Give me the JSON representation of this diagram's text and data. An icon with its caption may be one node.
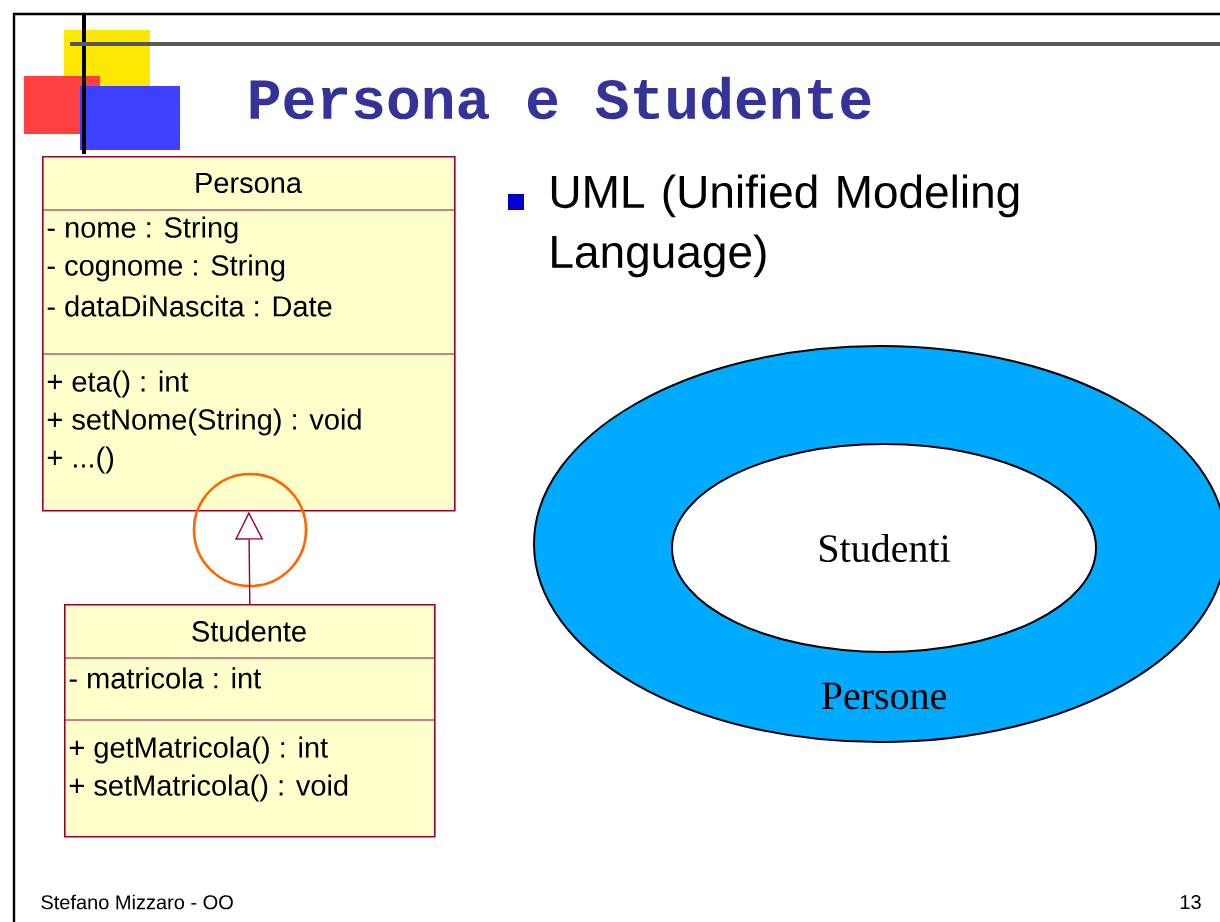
{
  "diagram": {
    "title": "Persona e Studente",
    "nodes": [
      {
        "text": [
          "Persona",
          "- nome : String",
          "- cognome : String",
          "- dataDiNascita : Date",
          "+ eta() : int",
          "+ setNome(String) : void",
          "+ ...()"
        ]
      },
      {
        "text": [
          "Studente",
          "- matricola : int",
          "+ getMatricola() : int",
          "+ setMatricola() : void"
        ]
      },
      {
        "text": [
          "Persone"
        ]
      },
      {
        "text": [
          "Studenti"
        ],
        "in": 2
      }
    ],
    "edges": [
      {
        "from": 1,
        "to": 0,
        "arrow": "to"
      }
    ],
    "labels": [
      "UML (Unified Modeling Language)",
      "Stefano Mizzaro - OO",
      "13"
    ]
  }
}
